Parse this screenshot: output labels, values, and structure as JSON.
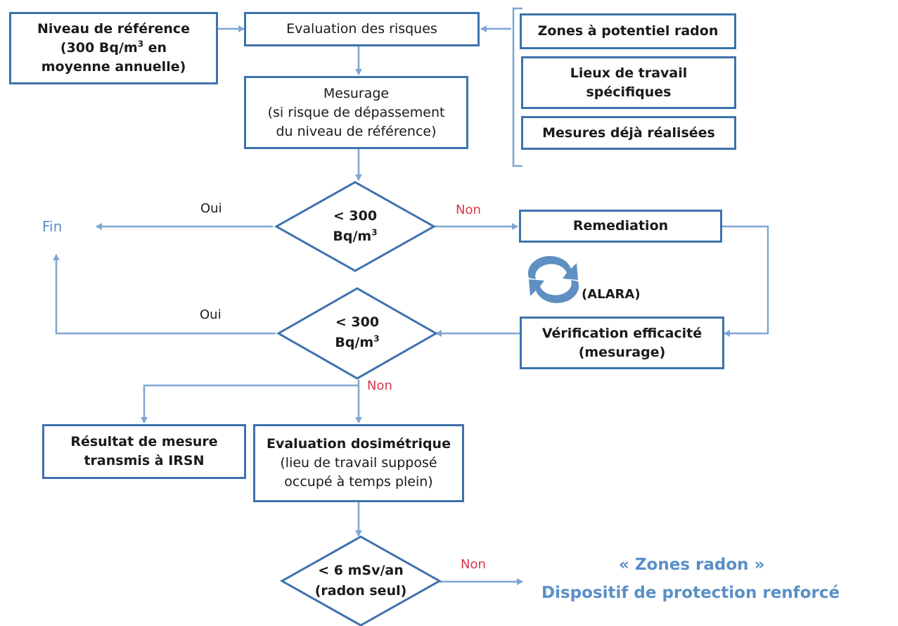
{
  "boxes": {
    "reference_level": {
      "line1": "Niveau de référence",
      "line2_pre": "(300 Bq/m",
      "line2_sup": "3",
      "line2_post": " en",
      "line3": "moyenne annuelle)"
    },
    "risk_evaluation": "Evaluation des risques",
    "radon_zones": "Zones à potentiel radon",
    "specific_workplaces": {
      "line1": "Lieux de travail",
      "line2": "spécifiques"
    },
    "existing_measurements": "Mesures déjà réalisées",
    "measuring": {
      "line1": "Mesurage",
      "line2": "(si risque de dépassement",
      "line3": "du niveau de référence)"
    },
    "remediation": "Remediation",
    "efficiency_check": {
      "line1": "Vérification efficacité",
      "line2": "(mesurage)"
    },
    "result_transmitted": {
      "line1": "Résultat de mesure",
      "line2": "transmis à IRSN"
    },
    "dosimetric_evaluation": {
      "line1": "Evaluation dosimétrique",
      "line2": "(lieu de travail supposé",
      "line3": "occupé à temps plein)"
    }
  },
  "decisions": {
    "threshold_1": {
      "line1": "< 300",
      "line2_pre": "Bq/m",
      "line2_sup": "3"
    },
    "threshold_2": {
      "line1": "< 300",
      "line2_pre": "Bq/m",
      "line2_sup": "3"
    },
    "dose_threshold": {
      "line1": "< 6 mSv/an",
      "line2": "(radon seul)"
    }
  },
  "labels": {
    "fin": "Fin",
    "oui_1": "Oui",
    "non_1": "Non",
    "oui_2": "Oui",
    "non_2": "Non",
    "non_3": "Non",
    "alara": "(ALARA)",
    "radon_zones_title": "« Zones radon »",
    "reinforced_protection": "Dispositif de protection renforcé"
  },
  "colors": {
    "border": "#3d72ad",
    "arrow": "#7fa6d3",
    "accent_text": "#5a8fc6",
    "negative": "#d9384a",
    "cycle_icon": "#5f8fc3"
  },
  "icons": {
    "cycle": "cycle-arrows-icon"
  }
}
